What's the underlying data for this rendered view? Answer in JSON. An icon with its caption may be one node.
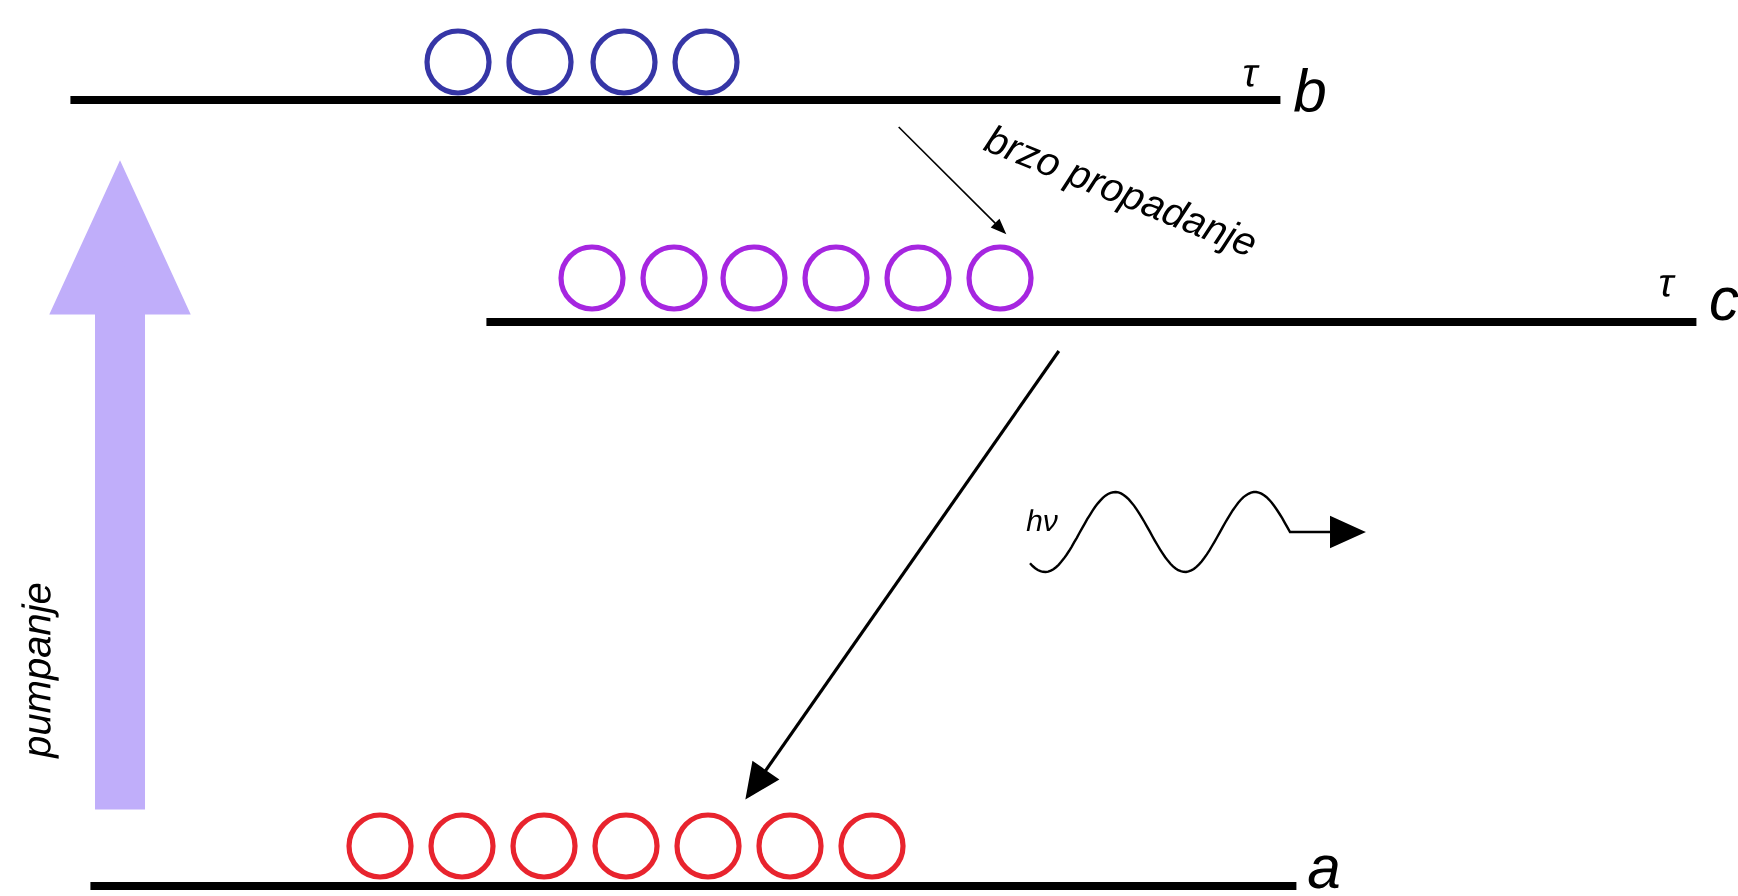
{
  "diagram": {
    "nodes": [
      {
        "text": [],
        "shape": "bar",
        "beside": [
          "τ",
          "b"
        ]
      },
      {
        "text": [],
        "shape": "bar",
        "beside": [
          "τ",
          "c"
        ]
      },
      {
        "text": [],
        "shape": "bar",
        "beside": [
          "a"
        ]
      }
    ],
    "edges": [
      {
        "from": 2,
        "to": 0,
        "arrow": "to",
        "label": "pumpanje",
        "style": "thick",
        "color": "#c0aefa"
      },
      {
        "from": 0,
        "to": 1,
        "arrow": "to",
        "label": "brzo propadanje"
      },
      {
        "from": 1,
        "to": 2,
        "arrow": "to"
      }
    ],
    "labels": [
      "hν"
    ]
  }
}
